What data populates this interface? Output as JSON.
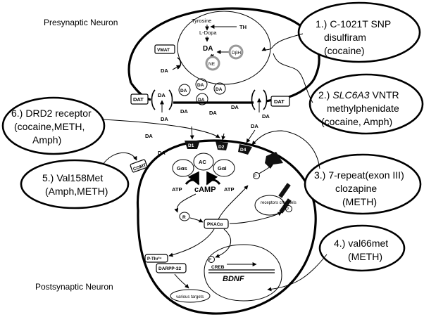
{
  "labels": {
    "presynaptic": "Presynaptic Neuron",
    "postsynaptic": "Postsynaptic Neuron"
  },
  "pre": {
    "tyrosine": "Tyrosine",
    "th": "TH",
    "ldopa": "L-Dopa",
    "da": "DA",
    "dbh": "DβH",
    "ne": "NE",
    "vmat": "VMAT",
    "vesicle": "DA",
    "dat": "DAT"
  },
  "synapse": {
    "da": "DA"
  },
  "receptors": {
    "d1": "D1",
    "d2": "D2",
    "d4": "D4",
    "comt": "COMT"
  },
  "post": {
    "ac": "AC",
    "gas": "Gαs",
    "gai": "Gαi",
    "atp": "ATP",
    "camp": "cAMP",
    "r": "R",
    "pkac": "PKACα",
    "p": "P",
    "receptors_channels": "receptors channels",
    "pthr": "P-Thr³⁴",
    "darpp": "DARPP-32",
    "various": "various targets",
    "creb": "CREB",
    "bdnf": "BDNF"
  },
  "callouts": [
    {
      "num": "1.)",
      "lines": [
        "C-1021T SNP",
        "disulfiram",
        "(cocaine)"
      ]
    },
    {
      "num": "2.)",
      "italic": "SLC6A3",
      "lines": [
        "VNTR",
        "methylphenidate",
        "(cocaine, Amph)"
      ]
    },
    {
      "num": "3.)",
      "lines": [
        "7-repeat(exon III)",
        "clozapine",
        "(METH)"
      ]
    },
    {
      "num": "4.)",
      "lines": [
        "val66met",
        "(METH)"
      ]
    },
    {
      "num": "5.)",
      "lines": [
        "Val158Met",
        "(Amph,METH)"
      ]
    },
    {
      "num": "6.)",
      "lines": [
        "DRD2 receptor",
        "(cocaine,METH,",
        "Amph)"
      ]
    }
  ]
}
